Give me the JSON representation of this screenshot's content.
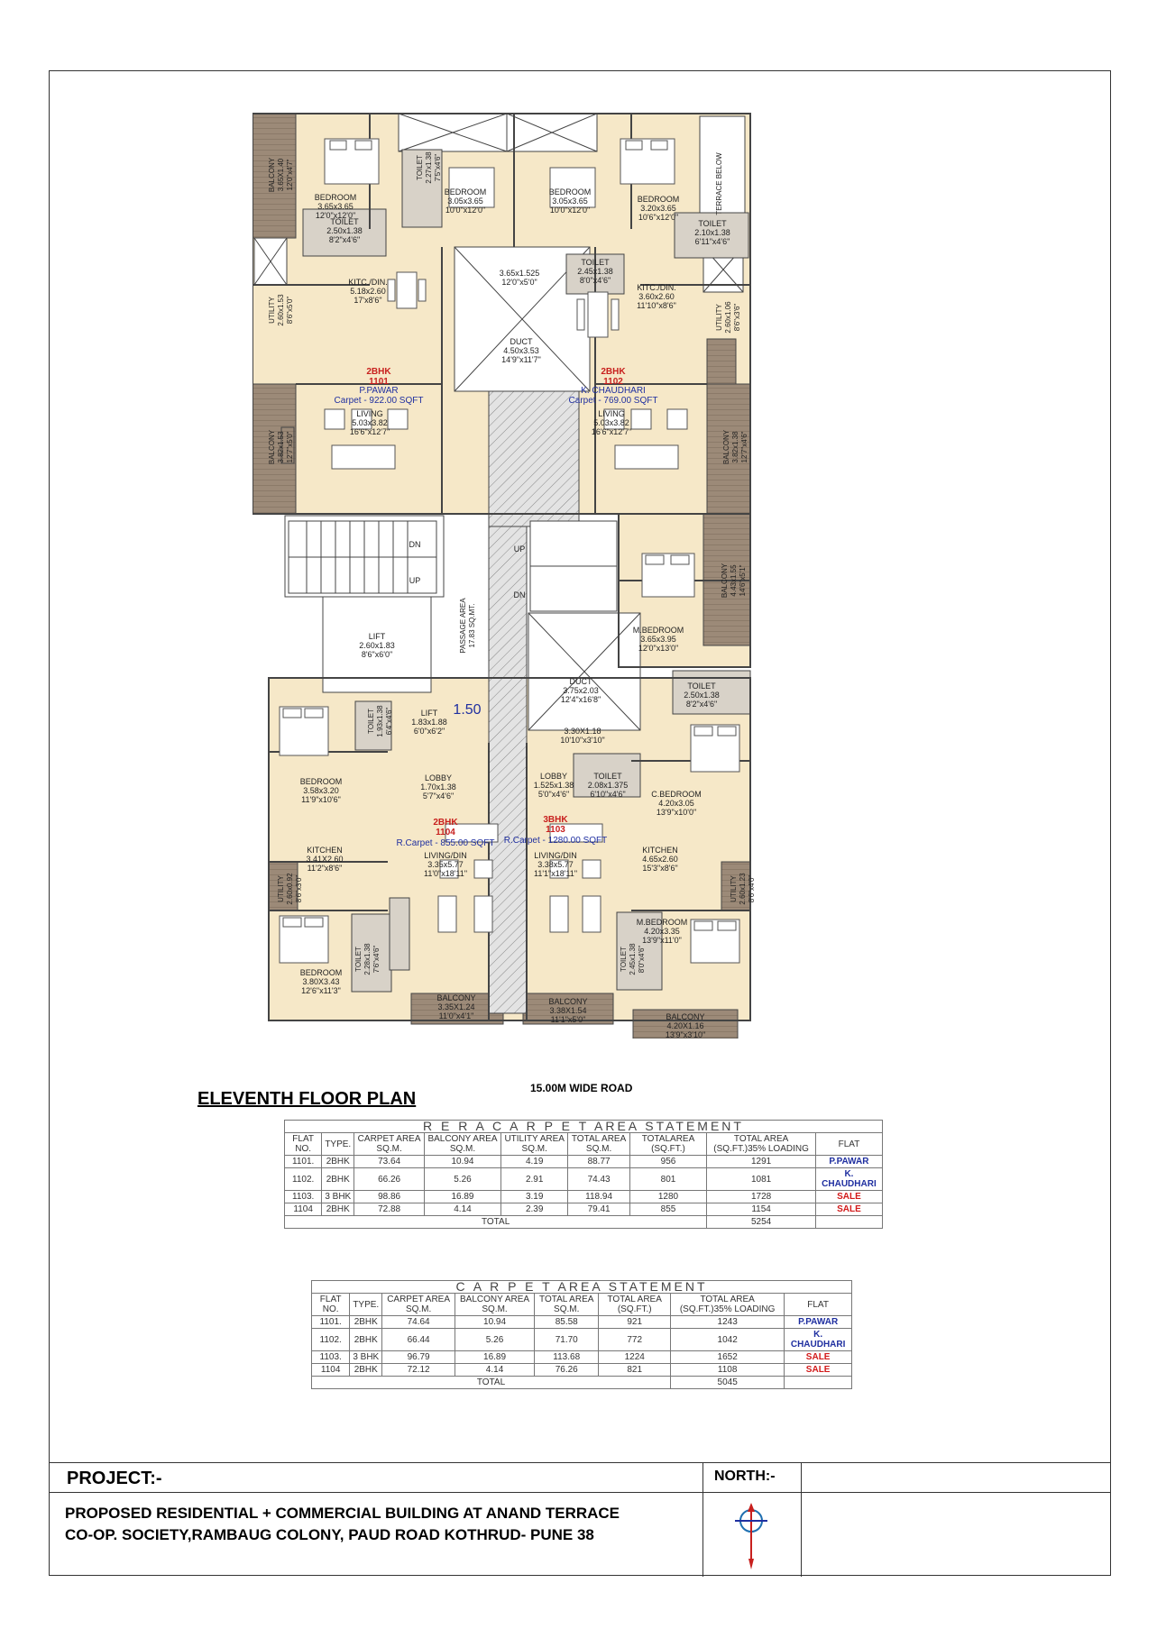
{
  "plan": {
    "road": "15.00M WIDE ROAD",
    "title": "ELEVENTH FLOOR PLAN",
    "rooms": [
      {
        "id": "bal-nw",
        "lines": [
          "BALCONY",
          "3.65X1.40",
          "12'0\"x4'7\""
        ]
      },
      {
        "id": "bed-1101",
        "lines": [
          "BEDROOM",
          "3.65x3.65",
          "12'0\"x12'0\""
        ]
      },
      {
        "id": "toilet-1101a",
        "lines": [
          "TOILET",
          "2.27x1.38",
          "7'5\"x4'6\""
        ]
      },
      {
        "id": "bed-1101b",
        "lines": [
          "BEDROOM",
          "3.05x3.65",
          "10'0\"x12'0\""
        ]
      },
      {
        "id": "bed-1102a",
        "lines": [
          "BEDROOM",
          "3.05x3.65",
          "10'0\"x12'0\""
        ]
      },
      {
        "id": "bed-1102",
        "lines": [
          "BEDROOM",
          "3.20x3.65",
          "10'6\"x12'0\""
        ]
      },
      {
        "id": "terrace",
        "lines": [
          "TERRACE BELOW"
        ]
      },
      {
        "id": "toilet-1101b",
        "lines": [
          "TOILET",
          "2.50x1.38",
          "8'2\"x4'6\""
        ]
      },
      {
        "id": "toilet-1102b",
        "lines": [
          "TOILET",
          "2.10x1.38",
          "6'11\"x4'6\""
        ]
      },
      {
        "id": "util-1101",
        "lines": [
          "UTILITY",
          "2.60x1.53",
          "8'6\"x5'0\""
        ]
      },
      {
        "id": "kit-1101",
        "lines": [
          "KITC./DIN.",
          "5.18x2.60",
          "17'x8'6\""
        ]
      },
      {
        "id": "open",
        "lines": [
          "3.65x1.525",
          "12'0\"x5'0\""
        ]
      },
      {
        "id": "toilet-1102a",
        "lines": [
          "TOILET",
          "2.45x1.38",
          "8'0\"x4'6\""
        ]
      },
      {
        "id": "kit-1102",
        "lines": [
          "KITC./DIN.",
          "3.60x2.60",
          "11'10\"x8'6\""
        ]
      },
      {
        "id": "util-1102",
        "lines": [
          "UTILITY",
          "2.60x1.06",
          "8'6\"x3'6\""
        ]
      },
      {
        "id": "duct1",
        "lines": [
          "DUCT",
          "4.50x3.53",
          "14'9\"x11'7\""
        ]
      },
      {
        "id": "liv-1101",
        "lines": [
          "LIVING",
          "5.03x3.82",
          "16'6\"x12'7\""
        ]
      },
      {
        "id": "liv-1102",
        "lines": [
          "LIVING",
          "5.03x3.82",
          "16'6\"x12'7\""
        ]
      },
      {
        "id": "bal-w",
        "lines": [
          "BALCONY",
          "3.82x1.53",
          "12'7\"x5'0\""
        ]
      },
      {
        "id": "bal-e",
        "lines": [
          "BALCONY",
          "3.82x1.38",
          "12'7\"x4'6\""
        ]
      },
      {
        "id": "dn1",
        "lines": [
          "DN"
        ]
      },
      {
        "id": "up1",
        "lines": [
          "UP"
        ]
      },
      {
        "id": "up2",
        "lines": [
          "UP"
        ]
      },
      {
        "id": "dn2",
        "lines": [
          "DN"
        ]
      },
      {
        "id": "lift1",
        "lines": [
          "LIFT",
          "2.60x1.83",
          "8'6\"x6'0\""
        ]
      },
      {
        "id": "passage",
        "lines": [
          "PASSAGE AREA",
          "17.83 SQ.MT."
        ]
      },
      {
        "id": "passw",
        "lines": [
          "1.50"
        ]
      },
      {
        "id": "mbed-1103",
        "lines": [
          "M.BEDROOM",
          "3.65x3.95",
          "12'0\"x13'0\""
        ]
      },
      {
        "id": "bal-e2",
        "lines": [
          "BALCONY",
          "4.43x1.55",
          "14'6\"x5'1\""
        ]
      },
      {
        "id": "duct2",
        "lines": [
          "DUCT",
          "3.75x2.03",
          "12'4\"x16'8\""
        ]
      },
      {
        "id": "toilet-1103a",
        "lines": [
          "TOILET",
          "2.50x1.38",
          "8'2\"x4'6\""
        ]
      },
      {
        "id": "toilet-1104a",
        "lines": [
          "TOILET",
          "1.93x1.38",
          "6'4\"x4'6\""
        ]
      },
      {
        "id": "lift2",
        "lines": [
          "LIFT",
          "1.83x1.88",
          "6'0\"x6'2\""
        ]
      },
      {
        "id": "shaft",
        "lines": [
          "3.30X1.18",
          "10'10\"x3'10\""
        ]
      },
      {
        "id": "bed-1104a",
        "lines": [
          "BEDROOM",
          "3.58x3.20",
          "11'9\"x10'6\""
        ]
      },
      {
        "id": "lobby-1104",
        "lines": [
          "LOBBY",
          "1.70x1.38",
          "5'7\"x4'6\""
        ]
      },
      {
        "id": "lobby-1103",
        "lines": [
          "LOBBY",
          "1.525x1.38",
          "5'0\"x4'6\""
        ]
      },
      {
        "id": "toilet-1103b",
        "lines": [
          "TOILET",
          "2.08x1.375",
          "6'10\"x4'6\""
        ]
      },
      {
        "id": "cbed-1103",
        "lines": [
          "C.BEDROOM",
          "4.20x3.05",
          "13'9\"x10'0\""
        ]
      },
      {
        "id": "kit-1104",
        "lines": [
          "KITCHEN",
          "3.41X2.60",
          "11'2\"x8'6\""
        ]
      },
      {
        "id": "util-1104",
        "lines": [
          "UTILITY",
          "2.60x0.92",
          "8'6\"x3'0\""
        ]
      },
      {
        "id": "liv-1104",
        "lines": [
          "LIVING/DIN",
          "3.35x5.77",
          "11'0\"x18'11\""
        ]
      },
      {
        "id": "liv-1103",
        "lines": [
          "LIVING/DIN",
          "3.38x5.77",
          "11'1\"x18'11\""
        ]
      },
      {
        "id": "kit-1103",
        "lines": [
          "KITCHEN",
          "4.65x2.60",
          "15'3\"x8'6\""
        ]
      },
      {
        "id": "util-1103",
        "lines": [
          "UTILITY",
          "2.60x1.23",
          "8'6\"x4'0\""
        ]
      },
      {
        "id": "mbed-1103b",
        "lines": [
          "M.BEDROOM",
          "4.20x3.35",
          "13'9\"x11'0\""
        ]
      },
      {
        "id": "bed-1104b",
        "lines": [
          "BEDROOM",
          "3.80X3.43",
          "12'6\"x11'3\""
        ]
      },
      {
        "id": "toilet-1104b",
        "lines": [
          "TOILET",
          "2.28x1.38",
          "7'6\"x4'6\""
        ]
      },
      {
        "id": "bal-1104",
        "lines": [
          "BALCONY",
          "3.35X1.24",
          "11'0\"x4'1\""
        ]
      },
      {
        "id": "bal-1103",
        "lines": [
          "BALCONY",
          "3.38X1.54",
          "11'1\"x5'0\""
        ]
      },
      {
        "id": "toilet-1103c",
        "lines": [
          "TOILET",
          "2.45x1.38",
          "8'0\"x4'6\""
        ]
      },
      {
        "id": "bal-1103b",
        "lines": [
          "BALCONY",
          "4.20X1.16",
          "13'9\"x3'10\""
        ]
      }
    ],
    "flats": [
      {
        "id": "f1101",
        "type": "2BHK",
        "no": "1101",
        "owner": "P.PAWAR",
        "carpet": "Carpet - 922.00 SQFT"
      },
      {
        "id": "f1102",
        "type": "2BHK",
        "no": "1102",
        "owner": "K. CHAUDHARI",
        "carpet": "Carpet - 769.00 SQFT"
      },
      {
        "id": "f1104",
        "type": "2BHK",
        "no": "1104",
        "owner": "",
        "carpet": "R.Carpet - 855.00 SQFT"
      },
      {
        "id": "f1103",
        "type": "3BHK",
        "no": "1103",
        "owner": "",
        "carpet": "R.Carpet - 1280.00 SQFT"
      }
    ]
  },
  "rera": {
    "caption": "R E R A  C A R P E T  AREA STATEMENT",
    "headers": [
      "FLAT NO.",
      "TYPE.",
      "CARPET AREA SQ.M.",
      "BALCONY AREA SQ.M.",
      "UTILITY AREA SQ.M.",
      "TOTAL AREA SQ.M.",
      "TOTALAREA (SQ.FT.)",
      "TOTAL AREA (SQ.FT.)35% LOADING",
      "FLAT"
    ],
    "rows": [
      [
        "1101.",
        "2BHK",
        "73.64",
        "10.94",
        "4.19",
        "88.77",
        "956",
        "1291",
        "P.PAWAR"
      ],
      [
        "1102.",
        "2BHK",
        "66.26",
        "5.26",
        "2.91",
        "74.43",
        "801",
        "1081",
        "K. CHAUDHARI"
      ],
      [
        "1103.",
        "3 BHK",
        "98.86",
        "16.89",
        "3.19",
        "118.94",
        "1280",
        "1728",
        "SALE"
      ],
      [
        "1104",
        "2BHK",
        "72.88",
        "4.14",
        "2.39",
        "79.41",
        "855",
        "1154",
        "SALE"
      ]
    ],
    "total_label": "TOTAL",
    "total_value": "5254"
  },
  "carpet": {
    "caption": "C A R P E T  AREA STATEMENT",
    "headers": [
      "FLAT NO.",
      "TYPE.",
      "CARPET AREA SQ.M.",
      "BALCONY AREA SQ.M.",
      "TOTAL AREA SQ.M.",
      "TOTAL AREA (SQ.FT.)",
      "TOTAL AREA (SQ.FT.)35% LOADING",
      "FLAT"
    ],
    "rows": [
      [
        "1101.",
        "2BHK",
        "74.64",
        "10.94",
        "85.58",
        "921",
        "1243",
        "P.PAWAR"
      ],
      [
        "1102.",
        "2BHK",
        "66.44",
        "5.26",
        "71.70",
        "772",
        "1042",
        "K. CHAUDHARI"
      ],
      [
        "1103.",
        "3 BHK",
        "96.79",
        "16.89",
        "113.68",
        "1224",
        "1652",
        "SALE"
      ],
      [
        "1104",
        "2BHK",
        "72.12",
        "4.14",
        "76.26",
        "821",
        "1108",
        "SALE"
      ]
    ],
    "total_label": "TOTAL",
    "total_value": "5045"
  },
  "title_block": {
    "project_label": "PROJECT:-",
    "north_label": "NORTH:-",
    "project_line1": "PROPOSED RESIDENTIAL + COMMERCIAL BUILDING AT ANAND TERRACE",
    "project_line2": "CO-OP. SOCIETY,RAMBAUG COLONY, PAUD ROAD KOTHRUD- PUNE 38"
  },
  "colors": {
    "floor": "#f6e8c8",
    "balcony": "#9c8a78",
    "wall": "#444444",
    "hatch": "#bbbbbb",
    "owner": "#1f2fa0",
    "flat": "#c8201e",
    "sale": "#d21a1a"
  }
}
